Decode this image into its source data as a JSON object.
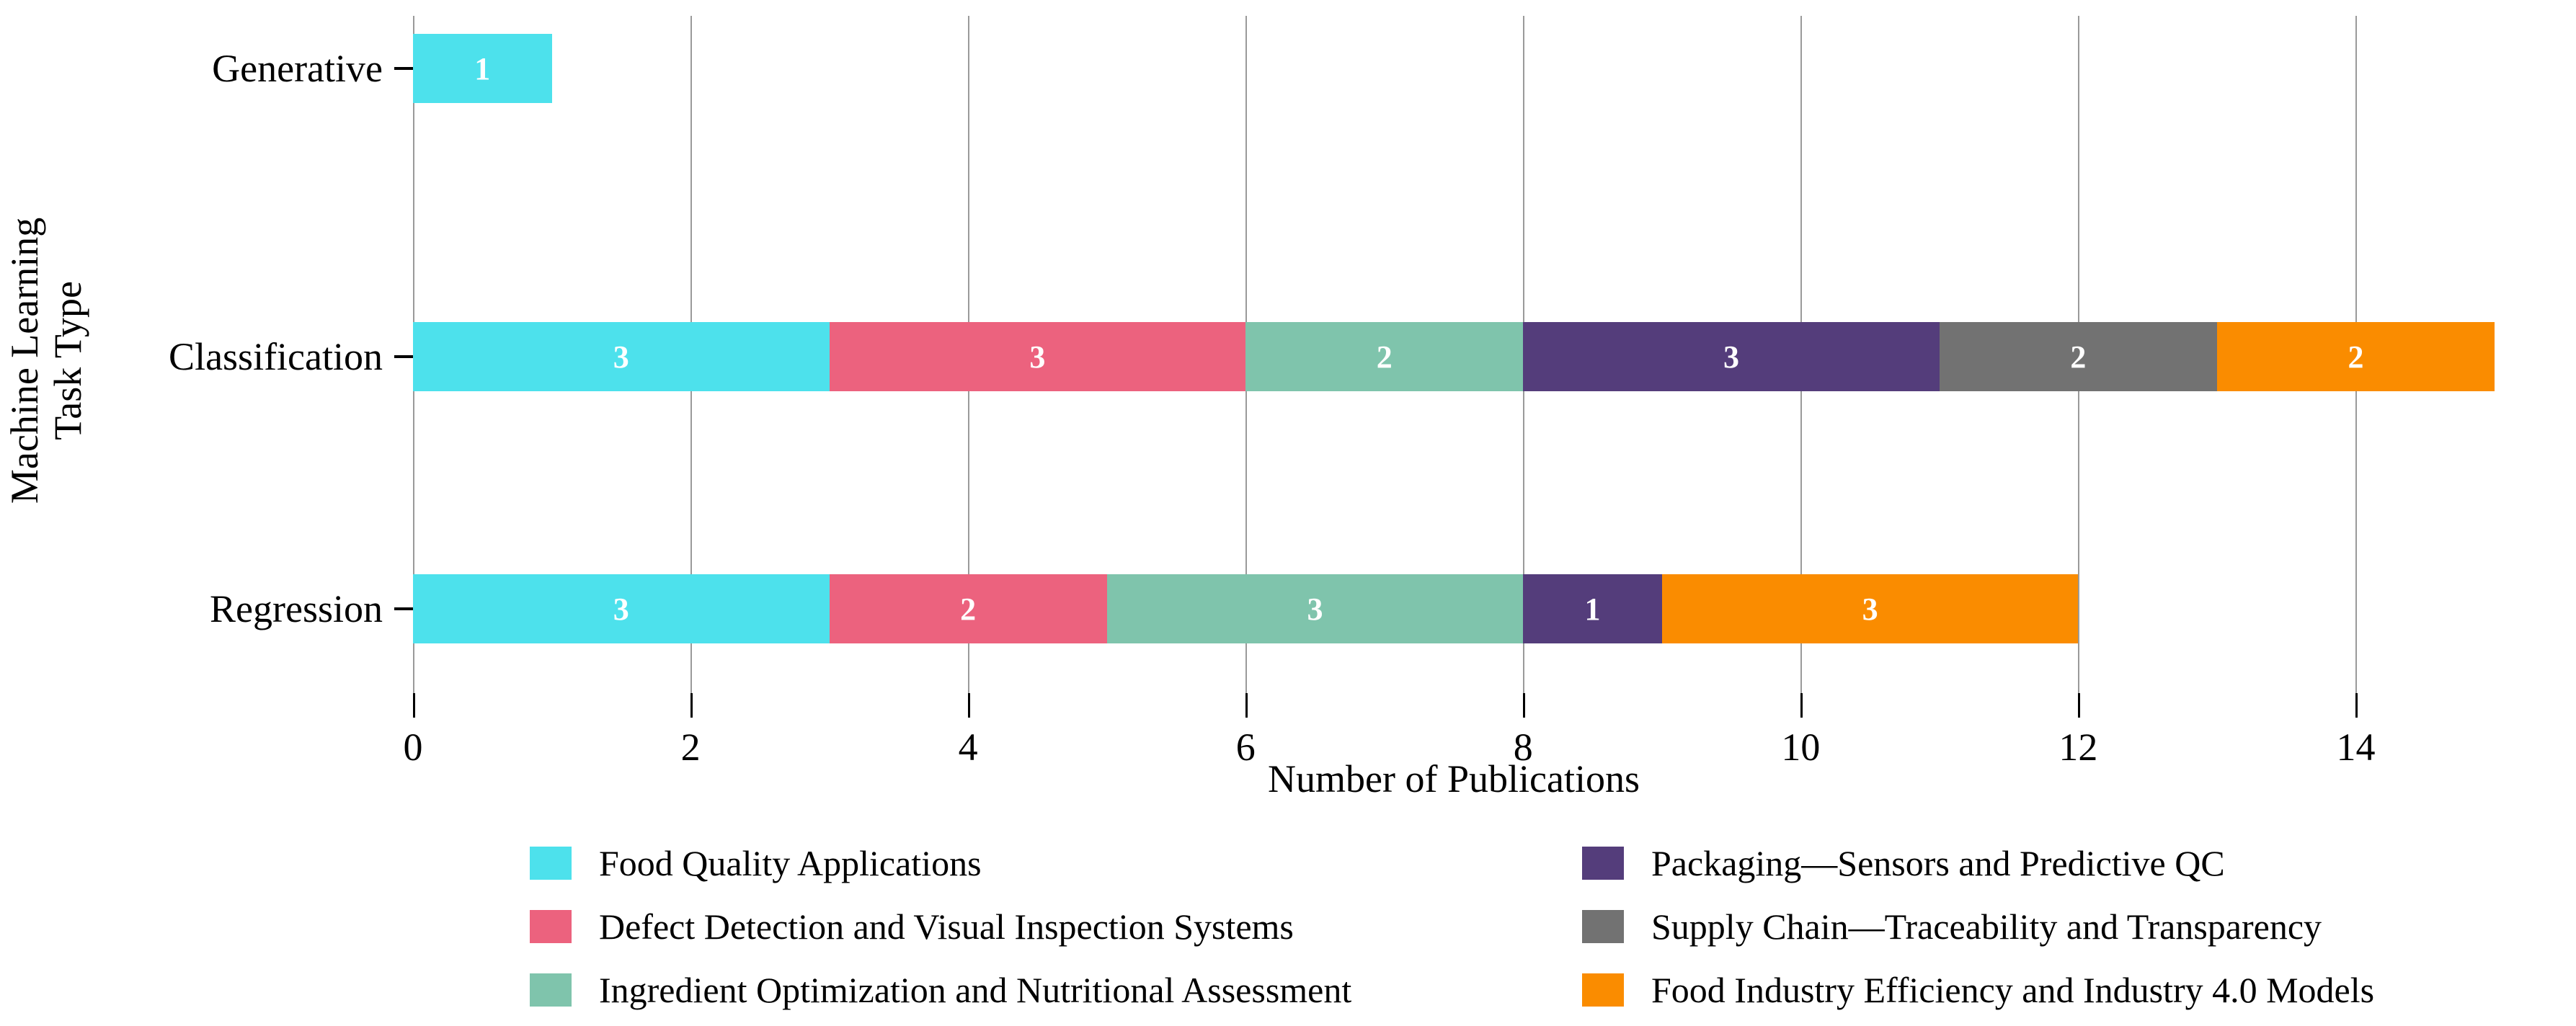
{
  "chart_data": {
    "type": "bar",
    "orientation": "horizontal",
    "stacked": true,
    "title": "",
    "xlabel": "Number of Publications",
    "ylabel": "Machine Learning Task Type",
    "ylabel_lines": [
      "Machine Learning",
      "Task Type"
    ],
    "categories": [
      "Generative",
      "Classification",
      "Regression"
    ],
    "xlim": [
      0,
      15
    ],
    "xticks": [
      0,
      2,
      4,
      6,
      8,
      10,
      12,
      14
    ],
    "xtick_labels": [
      "0",
      "2",
      "4",
      "6",
      "8",
      "10",
      "12",
      "14"
    ],
    "grid": "vertical",
    "legend_position": "bottom",
    "series": [
      {
        "name": "Food Quality Applications",
        "color": "#4DE1EC",
        "values": [
          1,
          3,
          3
        ]
      },
      {
        "name": "Defect Detection and Visual Inspection Systems",
        "color": "#EC627E",
        "values": [
          0,
          3,
          2
        ]
      },
      {
        "name": "Ingredient Optimization and Nutritional Assessment",
        "color": "#7FC4AC",
        "values": [
          0,
          2,
          3
        ]
      },
      {
        "name": "Packaging—Sensors and Predictive QC",
        "color": "#543D7B",
        "values": [
          0,
          3,
          1
        ]
      },
      {
        "name": "Supply Chain—Traceability and Transparency",
        "color": "#727272",
        "values": [
          0,
          2,
          0
        ]
      },
      {
        "name": "Food Industry Efficiency and Industry 4.0 Models",
        "color": "#FA8C00",
        "values": [
          0,
          2,
          3
        ]
      }
    ],
    "totals": [
      1,
      15,
      12
    ],
    "bars": [
      {
        "category": "Generative",
        "segments": [
          {
            "series": "Food Quality Applications",
            "color": "#4DE1EC",
            "value": 1,
            "label": "1",
            "start": 0,
            "end": 1
          }
        ]
      },
      {
        "category": "Classification",
        "segments": [
          {
            "series": "Food Quality Applications",
            "color": "#4DE1EC",
            "value": 3,
            "label": "3",
            "start": 0,
            "end": 3
          },
          {
            "series": "Defect Detection and Visual Inspection Systems",
            "color": "#EC627E",
            "value": 3,
            "label": "3",
            "start": 3,
            "end": 6
          },
          {
            "series": "Ingredient Optimization and Nutritional Assessment",
            "color": "#7FC4AC",
            "value": 2,
            "label": "2",
            "start": 6,
            "end": 8
          },
          {
            "series": "Packaging—Sensors and Predictive QC",
            "color": "#543D7B",
            "value": 3,
            "label": "3",
            "start": 8,
            "end": 11
          },
          {
            "series": "Supply Chain—Traceability and Transparency",
            "color": "#727272",
            "value": 2,
            "label": "2",
            "start": 11,
            "end": 13
          },
          {
            "series": "Food Industry Efficiency and Industry 4.0 Models",
            "color": "#FA8C00",
            "value": 2,
            "label": "2",
            "start": 13,
            "end": 15
          }
        ]
      },
      {
        "category": "Regression",
        "segments": [
          {
            "series": "Food Quality Applications",
            "color": "#4DE1EC",
            "value": 3,
            "label": "3",
            "start": 0,
            "end": 3
          },
          {
            "series": "Defect Detection and Visual Inspection Systems",
            "color": "#EC627E",
            "value": 2,
            "label": "2",
            "start": 3,
            "end": 5
          },
          {
            "series": "Ingredient Optimization and Nutritional Assessment",
            "color": "#7FC4AC",
            "value": 3,
            "label": "3",
            "start": 5,
            "end": 8
          },
          {
            "series": "Packaging—Sensors and Predictive QC",
            "color": "#543D7B",
            "value": 1,
            "label": "1",
            "start": 8,
            "end": 9
          },
          {
            "series": "Food Industry Efficiency and Industry 4.0 Models",
            "color": "#FA8C00",
            "value": 3,
            "label": "3",
            "start": 9,
            "end": 12
          }
        ]
      }
    ],
    "legend_entries": [
      {
        "label": "Food Quality Applications",
        "color": "#4DE1EC"
      },
      {
        "label": "Packaging—Sensors and Predictive QC",
        "color": "#543D7B"
      },
      {
        "label": "Defect Detection and Visual Inspection Systems",
        "color": "#EC627E"
      },
      {
        "label": "Supply Chain—Traceability and Transparency",
        "color": "#727272"
      },
      {
        "label": "Ingredient Optimization and Nutritional Assessment",
        "color": "#7FC4AC"
      },
      {
        "label": "Food Industry Efficiency and Industry 4.0 Models",
        "color": "#FA8C00"
      }
    ],
    "colors": {
      "gridline": "#9A9A9A",
      "axis": "#000000",
      "background": "#FFFFFF",
      "value_label": "#FFFFFF"
    }
  }
}
